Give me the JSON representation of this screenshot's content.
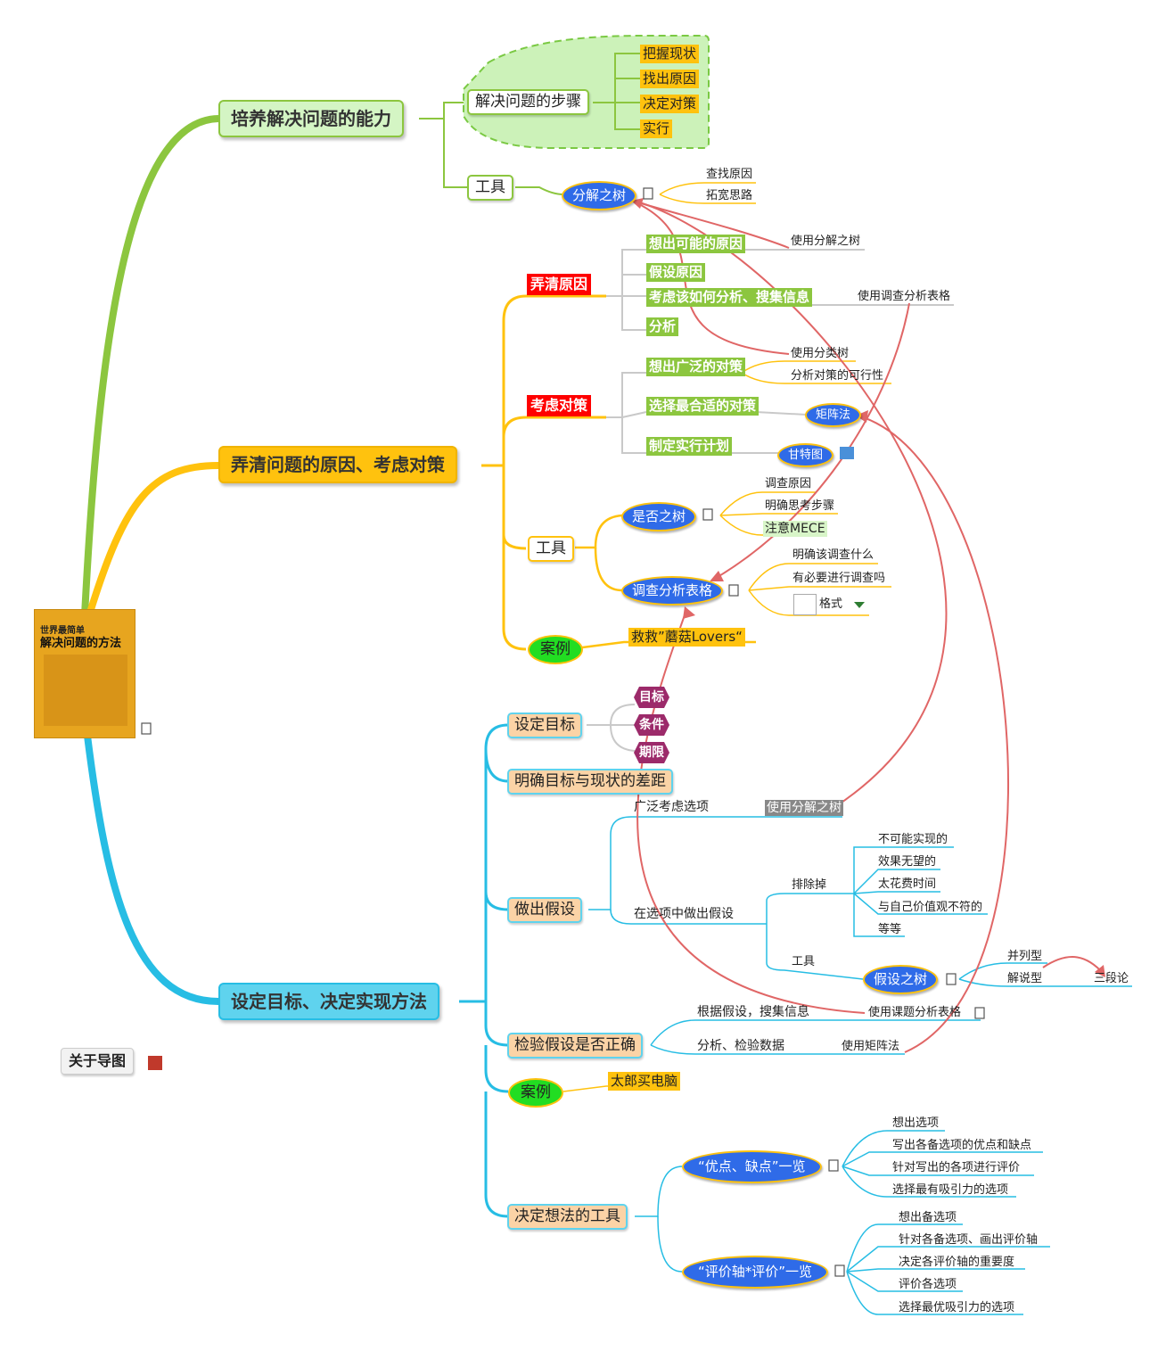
{
  "central": {
    "book_title_small": "世界最简单",
    "book_title": "解决问题的方法"
  },
  "about": {
    "label": "关于导图"
  },
  "branch1": {
    "title": "培养解决问题的能力",
    "steps": {
      "label": "解决问题的步骤",
      "items": [
        "把握现状",
        "找出原因",
        "决定对策",
        "实行"
      ]
    },
    "tools": {
      "label": "工具",
      "tree": "分解之树",
      "notes": [
        "查找原因",
        "拓宽思路"
      ]
    }
  },
  "branch2": {
    "title": "弄清问题的原因、考虑对策",
    "cause": {
      "label": "弄清原因",
      "items": [
        "想出可能的原因",
        "假设原因",
        "考虑该如何分析、搜集信息",
        "分析"
      ],
      "side": [
        "使用分解之树",
        "使用调查分析表格"
      ]
    },
    "measure": {
      "label": "考虑对策",
      "items": [
        "想出广泛的对策",
        "选择最合适的对策",
        "制定实行计划"
      ],
      "notes": [
        "使用分类树",
        "分析对策的可行性"
      ],
      "matrix": "矩阵法",
      "gantt": "甘特图"
    },
    "tools": {
      "label": "工具",
      "yesno": "是否之树",
      "yesno_items": [
        "调查原因",
        "明确思考步骤",
        "注意MECE"
      ],
      "survey": "调查分析表格",
      "survey_items": [
        "明确该调查什么",
        "有必要进行调查吗",
        "格式"
      ]
    },
    "case": {
      "label": "案例",
      "text": "救救”蘑菇Lovers“"
    }
  },
  "branch3": {
    "title": "设定目标、决定实现方法",
    "goal": {
      "label": "设定目标",
      "items": [
        "目标",
        "条件",
        "期限"
      ]
    },
    "gap": {
      "label": "明确目标与现状的差距"
    },
    "hypo": {
      "label": "做出假设",
      "broad": "广泛考虑选项",
      "broad_tag": "使用分解之树",
      "choose": "在选项中做出假设",
      "exclude": "排除掉",
      "exclude_items": [
        "不可能实现的",
        "效果无望的",
        "太花费时间",
        "与自己价值观不符的",
        "等等"
      ],
      "tool": "工具",
      "hypo_tree": "假设之树",
      "types": [
        "并列型",
        "解说型"
      ],
      "syllogism": "三段论"
    },
    "verify": {
      "label": "检验假设是否正确",
      "collect": "根据假设，搜集信息",
      "collect_tag": "使用课题分析表格",
      "analyze": "分析、检验数据",
      "analyze_tag": "使用矩阵法"
    },
    "case": {
      "label": "案例",
      "text": "太郎买电脑"
    },
    "decide": {
      "label": "决定想法的工具",
      "pros": "“优点、缺点”一览",
      "pros_items": [
        "想出选项",
        "写出各备选项的优点和缺点",
        "针对写出的各项进行评价",
        "选择最有吸引力的选项"
      ],
      "axis": "“评价轴*评价”一览",
      "axis_items": [
        "想出备选项",
        "针对各备选项、画出评价轴",
        "决定各评价轴的重要度",
        "评价各选项",
        "选择最优吸引力的选项"
      ]
    }
  },
  "colors": {
    "green": "#8cc63f",
    "yellow": "#ffc20e",
    "cyan": "#27bde4",
    "relation": "#e06666"
  }
}
